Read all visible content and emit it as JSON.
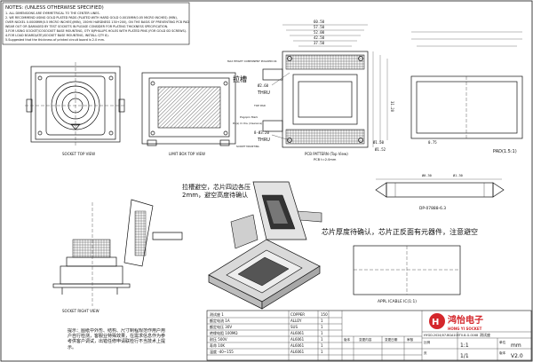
{
  "notes": {
    "title": "NOTES: (UNLESS OTHERWISE SPECIFIED)",
    "lines": [
      "1. ALL DIMENSIONS ARE SYMMETRICAL TO THE CENTER LINES.",
      "2. WE RECOMMEND USING GOLD PLATED PADS (PLATED WITH HARD GOLD 0.0015MM(0.05 MICRO INCHES) (MIN),",
      "   OVER NICKEL 0.0008MM(0.5 MICRO INCHES)(MIN), 150HV HARDNESS 130+200), ON THE BASIS OF PREVENTING PCB PAD",
      "   WEAR OUT OR DAMAGED BY TEST SOCKETS IN PLEASE CONSIDER FOR PLATING THICKNESS SPECIFICATION.",
      "3.FOR USING SOCKET/COSOCKET BASE MOUNTING, OTY 8(PHILLIPS HOLES WITH PLATED PINS (FOR GOLD 0D SCREWS).",
      "4.FOR LOAD BOARD(ATE)/SOCKET BASE MOUNTING, INSTALL QTY 8).",
      "5.Suggested that the thickness of printed circuit board is 2.0 mm."
    ]
  },
  "views": {
    "socket_top": "SOCKET TOP VIEW",
    "limit_box_top": "LIMIT BOX  TOP VIEW",
    "pcb_pattern": "PCB PATTERN (Top View)",
    "pcb_thickness": "PCB t=2.0mm",
    "pad": "PAD(1.5:1)",
    "dp_code": "DP-07888-6.3",
    "socket_right": "SOCKET RIGHT VIEW",
    "appl_label": "APPL ICABLE IC(1:1)"
  },
  "labels": {
    "handle_cn": "拉槽",
    "thru1": "THRU",
    "thru2": "THRU",
    "top_pad": "TOP PAD",
    "pogo": "Pogopin Mark",
    "max_height_label": "MAX HEIGHT COMPONENT POGOPIN OK",
    "socket_mounting": "SOCKET MOUNTING",
    "pin_hole": "Pin(s) Cl. Dia. (Clearance)",
    "dia1": "Ø2.60",
    "dia2": "Ø1.52",
    "dia3": "Ø1.50",
    "dia4": "8-Ø3.20",
    "dim_top": "60.50",
    "dim_a": "57.50",
    "dim_b": "52.00",
    "dim_c": "31.20",
    "dim_d": "42.50",
    "dim_e": "37.50",
    "dim_f": "0.75",
    "dim_p1": "Ø0.30",
    "dim_p2": "Ø1.30"
  },
  "annotations": {
    "avoid_note": "拉槽避空，芯片四边各压\n2mm，避空高度待确认",
    "chip_note": "芯片厚度待确认，芯片正反面有元器件，注意避空",
    "bottom_note": "提示：图纸中外形、结构、尺寸制程规范作用户用户自行检测，客服业特殊效果，在需求信息作为参考供客户调试，出错任修申请联检行不当技术上提示。"
  },
  "title_block": {
    "rows": [
      {
        "c1": "测试座 1",
        "c2": "",
        "c3": "COPPER",
        "c4": "150"
      },
      {
        "c1": "额定电流 1A",
        "c2": "",
        "c3": "ALLOY",
        "c4": "1"
      },
      {
        "c1": "额定电压 30V",
        "c2": "",
        "c3": "SUS",
        "c4": "1"
      },
      {
        "c1": "绝缘电阻 100MΩ",
        "c2": "",
        "c3": "AL6061",
        "c4": "1"
      },
      {
        "c1": "耐压 500V",
        "c2": "",
        "c3": "AL6061",
        "c4": "1"
      },
      {
        "c1": "寿命 10K",
        "c2": "",
        "c3": "AL6061",
        "c4": "1"
      },
      {
        "c1": "温度 -40~155",
        "c2": "",
        "c3": "AL6061",
        "c4": "1"
      }
    ],
    "hdr_cols": [
      "版本",
      "变更内容",
      "变更日期",
      "审核"
    ],
    "company_cn": "鸿怡电子",
    "company_en": "HONG YI SOCKET",
    "drawing_no": "HYGD.2024/07-BGA105T0.8-G-0168",
    "test_label": "测试座",
    "scale_label": "比例",
    "scale": "1:1",
    "unit_label": "单位",
    "unit": "mm",
    "sheet_label": "页",
    "sheet": "1/1",
    "ver_label": "版本",
    "ver": "V2.0"
  },
  "colors": {
    "logo_red": "#d4262b",
    "ink": "#111111"
  }
}
